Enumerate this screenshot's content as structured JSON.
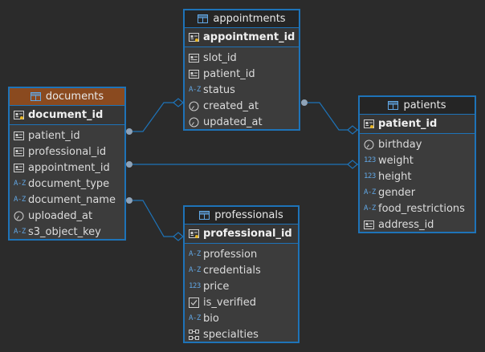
{
  "entities": {
    "appointments": {
      "name": "appointments",
      "pk": "appointment_id",
      "columns": [
        {
          "name": "slot_id",
          "icon": "id-card-icon"
        },
        {
          "name": "patient_id",
          "icon": "id-card-icon"
        },
        {
          "name": "status",
          "icon": "text-type-icon"
        },
        {
          "name": "created_at",
          "icon": "clock-icon"
        },
        {
          "name": "updated_at",
          "icon": "clock-icon"
        }
      ]
    },
    "documents": {
      "name": "documents",
      "pk": "document_id",
      "columns": [
        {
          "name": "patient_id",
          "icon": "id-card-icon"
        },
        {
          "name": "professional_id",
          "icon": "id-card-icon"
        },
        {
          "name": "appointment_id",
          "icon": "id-card-icon"
        },
        {
          "name": "document_type",
          "icon": "text-type-icon"
        },
        {
          "name": "document_name",
          "icon": "text-type-icon"
        },
        {
          "name": "uploaded_at",
          "icon": "clock-icon"
        },
        {
          "name": "s3_object_key",
          "icon": "text-type-icon"
        }
      ]
    },
    "patients": {
      "name": "patients",
      "pk": "patient_id",
      "columns": [
        {
          "name": "birthday",
          "icon": "clock-icon"
        },
        {
          "name": "weight",
          "icon": "number-type-icon"
        },
        {
          "name": "height",
          "icon": "number-type-icon"
        },
        {
          "name": "gender",
          "icon": "text-type-icon"
        },
        {
          "name": "food_restrictions",
          "icon": "text-type-icon"
        },
        {
          "name": "address_id",
          "icon": "id-card-icon"
        }
      ]
    },
    "professionals": {
      "name": "professionals",
      "pk": "professional_id",
      "columns": [
        {
          "name": "profession",
          "icon": "text-type-icon"
        },
        {
          "name": "credentials",
          "icon": "text-type-icon"
        },
        {
          "name": "price",
          "icon": "number-type-icon"
        },
        {
          "name": "is_verified",
          "icon": "checkbox-icon"
        },
        {
          "name": "bio",
          "icon": "text-type-icon"
        },
        {
          "name": "specialties",
          "icon": "array-type-icon"
        }
      ]
    }
  },
  "icon_text": {
    "text_type": "A-Z",
    "number_type": "123"
  },
  "colors": {
    "background": "#2b2b2b",
    "entity_border": "#1e73b8",
    "entity_body": "#3c3c3c",
    "header_dark": "#252525",
    "header_selected": "#8a4a1f",
    "link": "#1e73b8",
    "icon": "#62a8e6"
  }
}
